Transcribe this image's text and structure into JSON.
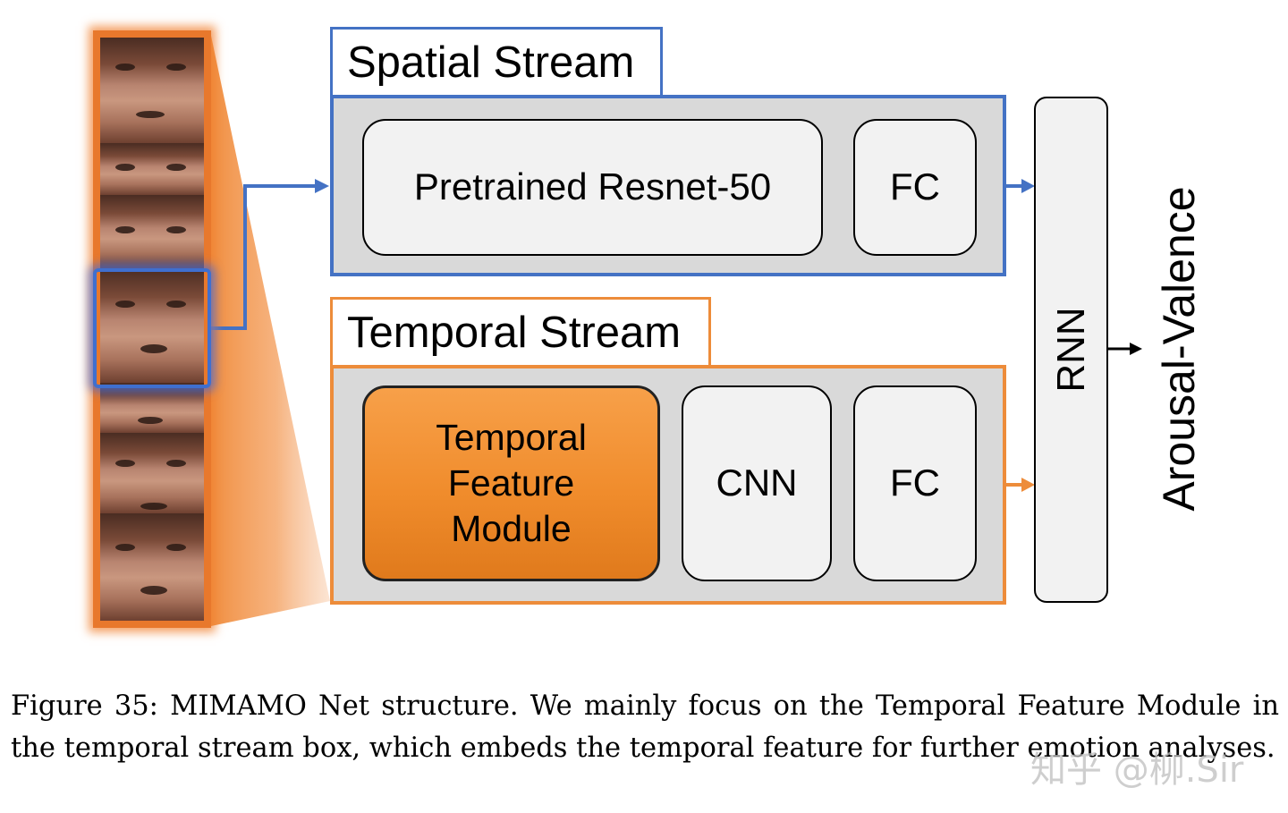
{
  "diagram": {
    "spatial_stream": {
      "title": "Spatial Stream",
      "blocks": [
        "Pretrained Resnet-50",
        "FC"
      ]
    },
    "temporal_stream": {
      "title": "Temporal Stream",
      "blocks": [
        "Temporal Feature Module",
        "CNN",
        "FC"
      ]
    },
    "rnn_label": "RNN",
    "output_label": "Arousal-Valence",
    "colors": {
      "spatial": "#4472c4",
      "temporal": "#ed8c3a",
      "temporal_module": "#f08c2c",
      "panel_fill": "#d9d9d9",
      "block_fill": "#f2f2f2"
    },
    "face_frames": 7
  },
  "caption": "Figure 35: MIMAMO Net structure. We mainly focus on the Temporal Feature Module in the temporal stream box, which embeds the temporal feature for further emotion analyses.",
  "watermark": "知乎 @柳.Sir"
}
